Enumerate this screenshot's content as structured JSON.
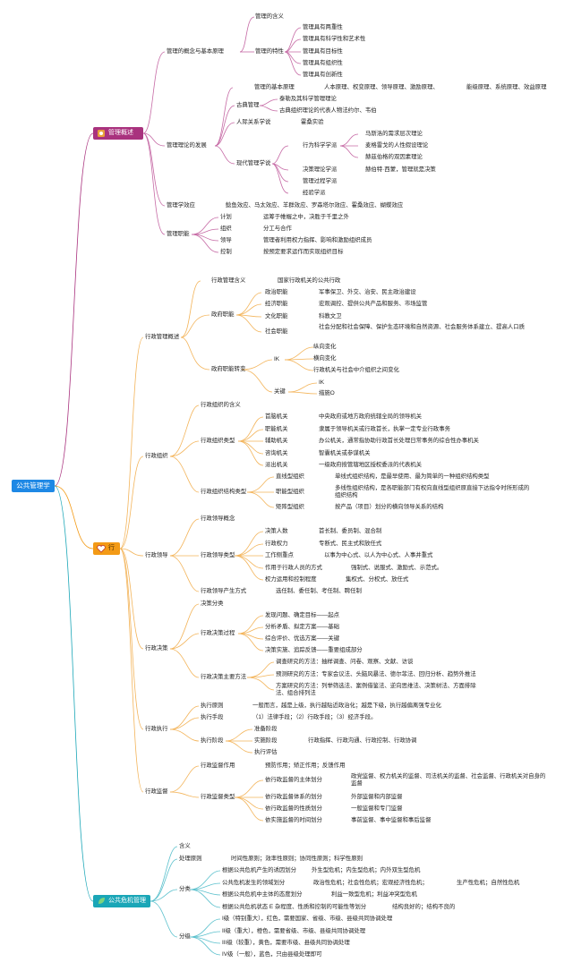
{
  "root": "公共管理学",
  "branches": {
    "b1": {
      "label": "管理概述",
      "icon": "gear-icon",
      "color": "#a9327e"
    },
    "b2": {
      "label": "行",
      "icon": "heart-icon",
      "color": "#f39a16"
    },
    "b3": {
      "label": "公共危机管理",
      "icon": "leaf-icon",
      "color": "#1aa6b7"
    }
  },
  "mgmt": {
    "concept": "管理的概念与基本原理",
    "meaning": "管理的含义",
    "traits": "管理的特性",
    "trait_items": [
      "管理具有两重性",
      "管理具有科学性和艺术性",
      "管理具有目标性",
      "管理具有组织性",
      "管理具有创新性"
    ],
    "basic_principle": "管理的基本原理",
    "bp_items1": "人本原理、权变原理、领导原理、激励原理、",
    "bp_items2": "能级原理、系统原理、效益原理",
    "theory_dev": "管理理论的发展",
    "classic": "古典管理",
    "taylor": "泰勒及其科学管理理论",
    "fayol": "古典组织理论的代表人物法约尔、韦伯",
    "human": "人际关系学说",
    "hawthorne": "霍桑实验",
    "modern": "现代管理学说",
    "behavior": "行为科学学派",
    "maslow": "马斯洛的需求层次理论",
    "mcgregor": "麦格雷戈的人性假设理论",
    "herzberg": "赫兹伯格的双因素理论",
    "decision": "决策理论学派",
    "simon": "赫伯特·西蒙，管理就是决策",
    "process": "管理过程学派",
    "empirical": "经验学派",
    "effect": "管理学效应",
    "effect_items": "鲶鱼效应、马太效应、羊群效应、罗森塔尔效应、霍桑效应、蝴蝶效应",
    "functions": "管理职能",
    "fn": [
      {
        "k": "计划",
        "v": "运筹于帷幄之中，决胜于千里之外"
      },
      {
        "k": "组织",
        "v": "分工与合作"
      },
      {
        "k": "领导",
        "v": "管理者利用权力指挥、影响和激励组织成员"
      },
      {
        "k": "控制",
        "v": "按预定要求运作而实现组织目标"
      }
    ]
  },
  "admin": {
    "overview": "行政管理概述",
    "meaning": "行政管理含义",
    "meaning_v": "国家行政机关的公共行政",
    "func": "政府职能",
    "func_items": [
      {
        "k": "政治职能",
        "v": "军事保卫、外交、治安、民主政治建设"
      },
      {
        "k": "经济职能",
        "v": "宏观调控、提供公共产品和服务、市场监管"
      },
      {
        "k": "文化职能",
        "v": "科教文卫"
      },
      {
        "k": "社会职能",
        "v": "社会分配和社会保障、保护生态环境和自然资源、社会服务体系建立、提高人口质"
      }
    ],
    "func_change": "政府职能转变",
    "ik": "IK",
    "horizontal": "纵向变化",
    "vertical": "横向变化",
    "relation": "行政机关与社会中介组织之间变化",
    "key": "关键",
    "key_ik": "IK",
    "key_c": "措施O",
    "org": "行政组织",
    "org_meaning": "行政组织的含义",
    "org_types": "行政组织类型",
    "org_type_items": [
      {
        "k": "首脑机关",
        "v": "中央政府或地方政府统辖全局的领导机关"
      },
      {
        "k": "职能机关",
        "v": "隶属于领导机关或行政首长，执掌一定专业行政事务"
      },
      {
        "k": "辅助机关",
        "v": "办公机关，通常指协助行政首长处理日常事务的综合性办事机关"
      },
      {
        "k": "咨询机关",
        "v": "智囊机关或参谋机关"
      },
      {
        "k": "派出机关",
        "v": "一级政府按管辖地区授权委派的代表机关"
      }
    ],
    "org_struct": "行政组织结构类型",
    "line": "直线型组织",
    "line_v": "单线式组织结构，是最早使用、最为简单的一种组织结构类型",
    "functional": "职能型组织",
    "functional_v": "多线性组织结构，是各职能部门有权向直线型组织原直接下达指令时所形成的组织结构",
    "matrix": "矩阵型组织",
    "matrix_v": "按产品（项目）划分的横向领导关系的结构",
    "leader": "行政领导",
    "lead_concept": "行政领导概念",
    "lead_types": "行政领导类型",
    "lead_type_items": [
      {
        "k": "决策人数",
        "v": "首长制、委员制、混合制"
      },
      {
        "k": "行政权力",
        "v": "专断式、民主式和放任式"
      },
      {
        "k": "工作侧重点",
        "v": "以事为中心式、以人为中心式、人事并重式"
      },
      {
        "k": "作用于行政人员的方式",
        "v": "强制式、说服式、激励式、示范式。"
      },
      {
        "k": "权力运用和控制程度",
        "v": "集权式、分权式、放任式"
      }
    ],
    "lead_gen": "行政领导产生方式",
    "lead_gen_v": "选任制、委任制、考任制、聘任制",
    "decision": "行政决策",
    "dec_class": "决策分类",
    "dec_process": "行政决策过程",
    "dec_steps": [
      "发现问题、确定目标——起点",
      "分析矛盾、拟定方案——基础",
      "综合评价、优选方案——关键",
      "决策实施、追踪反馈——重要组成部分"
    ],
    "dec_methods": "行政决策主要方法",
    "dec_m1": "调查研究的方法：抽样调查、问卷、观察、文献、访谈",
    "dec_m2": "预测研究的方法：专家会议法、头脑风暴法、德尔菲法、回归分析、趋势外推法",
    "dec_m3": "方案研究的方法：列举筛选法、案例借鉴法、逆向思维法、决策树法、方面排除法、组合排列法",
    "exec": "行政执行",
    "exec_principle": "执行原则",
    "exec_principle_v": "一般而言，越是上级，执行越贴近政治化；越是下级，执行越偏离强专业化",
    "exec_means": "执行手段",
    "exec_means_v": "（1）法律手段；（2）行政手段；（3）经济手段。",
    "exec_stage": "执行阶段",
    "prep": "准备阶段",
    "impl": "实施阶段",
    "impl_v": "行政指挥、行政沟通、行政控制、行政协调",
    "eval": "执行评估",
    "supervise": "行政监督",
    "sup_role": "行政监督作用",
    "sup_role_v": "预防作用；矫正作用；反馈作用",
    "sup_types": "行政监督类型",
    "sup_subject": "依行政监督的主体划分",
    "sup_subject_v": "政党监督、权力机关的监督、司法机关的监督、社会监督、行政机关对自身的监督",
    "sup_system": "依行政监督体系的划分",
    "sup_system_v": "外部监督和内部监督",
    "sup_nature": "依行政监督的性质划分",
    "sup_nature_v": "一般监督和专门监督",
    "sup_time": "依实施监督的时间划分",
    "sup_time_v": "事前监督、事中监督和事后监督"
  },
  "crisis": {
    "meaning": "含义",
    "principle": "处理原则",
    "principle_v": "时间性原则；效率性原则；协同性原则；科学性原则",
    "classify": "分类",
    "c1": "根据公共危机产生的诱因划分",
    "c1_v": "外生型危机；内生型危机；内外双生型危机",
    "c2": "公共危机发生的领域划分",
    "c2_v": "政治性危机；社会性危机；宏观经济性危机；",
    "c2_v2": "生产性危机；自然性危机",
    "c3": "根据公共危机中主体的态度划分",
    "c3_v": "利益一致型危机；利益冲突型危机",
    "c4": "根据公共危机状态 E 杂程度、性质和控制的可能性等划分",
    "c4_v": "结构良好的；结构不良的",
    "level": "分级",
    "levels": [
      "I级（特别重大），红色，需要国家、省级、市级、县级共同协调处理",
      "II级（重大），橙色，需要省级、市级、县级共同协调处理",
      "III级（较重），黄色，需要市级、县级共同协调处理",
      "IV级（一般），蓝色，只由县级处理即可"
    ]
  }
}
